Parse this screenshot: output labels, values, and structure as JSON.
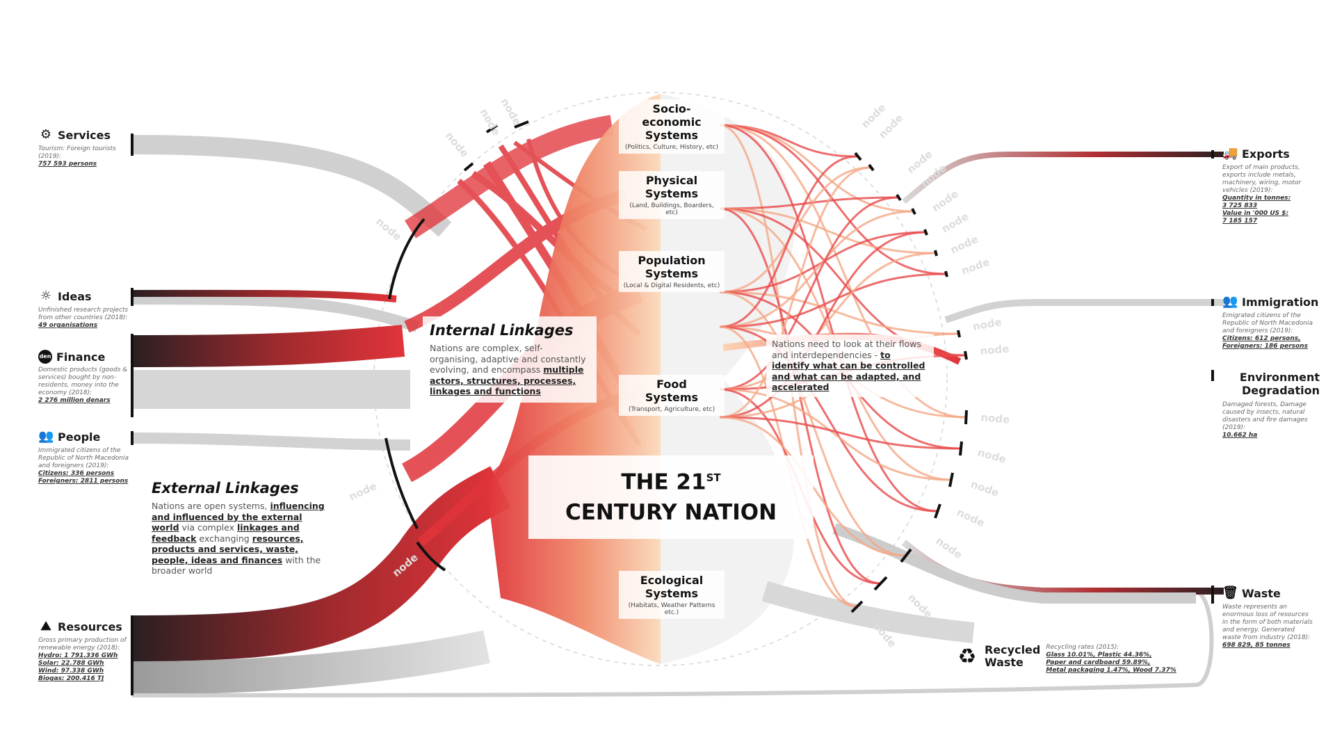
{
  "title": {
    "line1": "THE 21",
    "sup": "ST",
    "line2": "CENTURY NATION"
  },
  "node_label": "node",
  "external": {
    "services": {
      "title": "Services",
      "icon": "gear-icon",
      "desc": "Tourism: Foreign tourists (2019):",
      "value": "757 593 persons"
    },
    "ideas": {
      "title": "Ideas",
      "icon": "lightbulb-icon",
      "desc": "Unfinished research projects from other countries (2018):",
      "value": "49 organisations"
    },
    "finance": {
      "title": "Finance",
      "icon": "denar-coin-icon",
      "desc": "Domestic products (goods & services) bought by non-residents, money into the economy (2018):",
      "value": "2 276 million denars"
    },
    "people": {
      "title": "People",
      "icon": "people-icon",
      "desc": "Immigrated citizens of the Republic of North Macedonia and foreigners (2019):",
      "v1": "Citizens: 336 persons",
      "v2": "Foreigners: 2811 persons"
    },
    "resources": {
      "title": "Resources",
      "icon": "sun-mountain-icon",
      "desc": "Gross primary production of renewable energy (2018):",
      "v1": "Hydro: 1 791.336 GWh",
      "v2": "Solar: 22.788 GWh",
      "v3": "Wind: 97.338 GWh",
      "v4": "Biogas: 200.416 TJ"
    },
    "exports": {
      "title": "Exports",
      "icon": "truck-icon",
      "desc": "Export of main products, exports include metals, machinery, wiring, motor vehicles (2019):",
      "v1": "Quantity in tonnes:",
      "v2": "3 725 833",
      "v3": "Value in '000 US $:",
      "v4": "7 185 157"
    },
    "immigration": {
      "title": "Immigration",
      "icon": "people-icon",
      "desc": "Emigrated citizens of the Republic of North Macedonia and foreigners (2019):",
      "v1": "Citizens: 612 persons, Foreigners: 186 persons"
    },
    "environment": {
      "title1": "Environment",
      "title2": "Degradation",
      "desc": "Damaged forests, Damage caused by insects, natural disasters and fire damages (2019):",
      "value": "10.662 ha"
    },
    "waste": {
      "title": "Waste",
      "icon": "trash-icon",
      "desc": "Waste represents an enormous loss of resources in the form of both materials and energy. Generated waste from industry (2018):",
      "value": "698 829, 85 tonnes"
    },
    "recycled": {
      "title1": "Recycled",
      "title2": "Waste",
      "icon": "recycle-icon",
      "desc": "Recycling rates (2015):",
      "v1": "Glass 10.01%, Plastic 44.36%,",
      "v2": "Paper and cardboard 59.89%,",
      "v3": "Metal packaging 1.47%, Wood 7.37%"
    }
  },
  "systems": {
    "socio": {
      "t1": "Socio-economic",
      "t2": "Systems",
      "sub": "(Politics, Culture, History, etc)"
    },
    "physical": {
      "t1": "Physical",
      "t2": "Systems",
      "sub": "(Land, Buildings, Boarders, etc)"
    },
    "population": {
      "t1": "Population",
      "t2": "Systems",
      "sub": "(Local & Digital Residents, etc)"
    },
    "food": {
      "t1": "Food",
      "t2": "Systems",
      "sub": "(Transport, Agriculture, etc)"
    },
    "ecological": {
      "t1": "Ecological",
      "t2": "Systems",
      "sub": "(Habitats, Weather Patterns etc.)"
    }
  },
  "internal_box": {
    "title": "Internal Linkages",
    "text": "Nations are complex, self-organising, adaptive and constantly evolving, and encompass ",
    "emph": "multiple actors, structures, processes, linkages and functions"
  },
  "external_box": {
    "title": "External Linkages",
    "t1": "Nations are open systems, ",
    "e1": "influencing and influenced by the external world",
    "t2": " via complex ",
    "e2": "linkages and feedback",
    "t3": " exchanging ",
    "e3": "resources, products and services, waste, people, ideas and finances",
    "t4": " with the broader world"
  },
  "right_box": {
    "text": "Nations need to look at their flows and interdependencies - ",
    "emph": "to identify what can be controlled and what can be adapted, and accelerated"
  },
  "colors": {
    "accent_red": "#e0343a",
    "peach": "#f6c29a",
    "dark": "#2b1f22",
    "grey": "#cfcfcf"
  }
}
